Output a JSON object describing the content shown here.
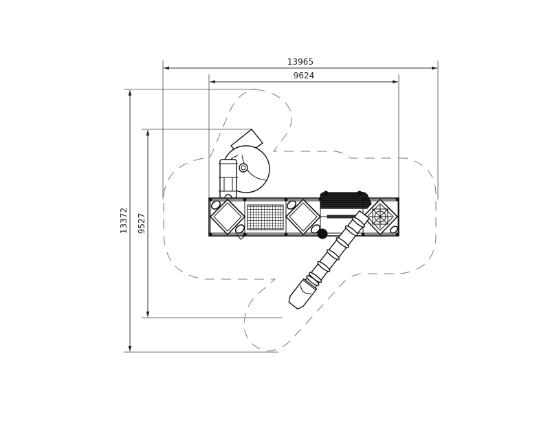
{
  "drawing": {
    "type": "playground-plan-view",
    "dimensions": {
      "overall_width": "13965",
      "structure_width": "9624",
      "overall_depth": "13372",
      "structure_depth": "9527"
    },
    "components": [
      {
        "name": "spiral-slide"
      },
      {
        "name": "deck-left"
      },
      {
        "name": "climbing-net-panel"
      },
      {
        "name": "deck-middle"
      },
      {
        "name": "crawl-tunnel"
      },
      {
        "name": "deck-right-roof"
      },
      {
        "name": "straight-tube-slide"
      }
    ],
    "colors": {
      "line": "#111111",
      "safety_zone": "#777777",
      "background": "#ffffff"
    }
  }
}
